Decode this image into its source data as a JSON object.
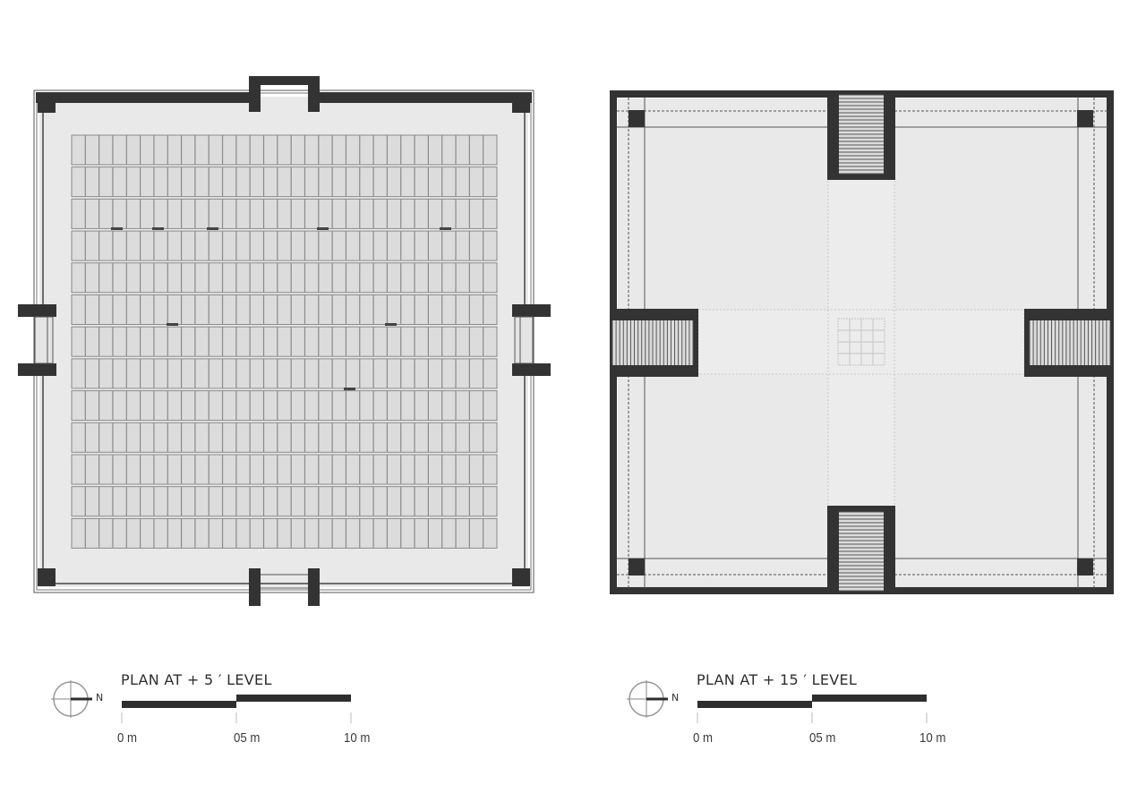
{
  "colors": {
    "wall": "#333333",
    "floor": "#e9e9e9",
    "tile": "#dcdcdc",
    "tile_line": "#8a8a8a",
    "background": "#ffffff"
  },
  "plans": [
    {
      "id": "plan-5",
      "title": "PLAN AT + 5 ′ LEVEL",
      "north_label": "N",
      "scale_bar": {
        "ticks": [
          "0 m",
          "05 m",
          "10 m"
        ]
      },
      "grid": {
        "columns": 31,
        "rows": 13
      },
      "entrances": [
        "north",
        "south",
        "east",
        "west"
      ]
    },
    {
      "id": "plan-15",
      "title": "PLAN AT + 15 ′ LEVEL",
      "north_label": "N",
      "scale_bar": {
        "ticks": [
          "0 m",
          "05 m",
          "10 m"
        ]
      },
      "stairs": [
        "north",
        "south",
        "east",
        "west"
      ]
    }
  ]
}
